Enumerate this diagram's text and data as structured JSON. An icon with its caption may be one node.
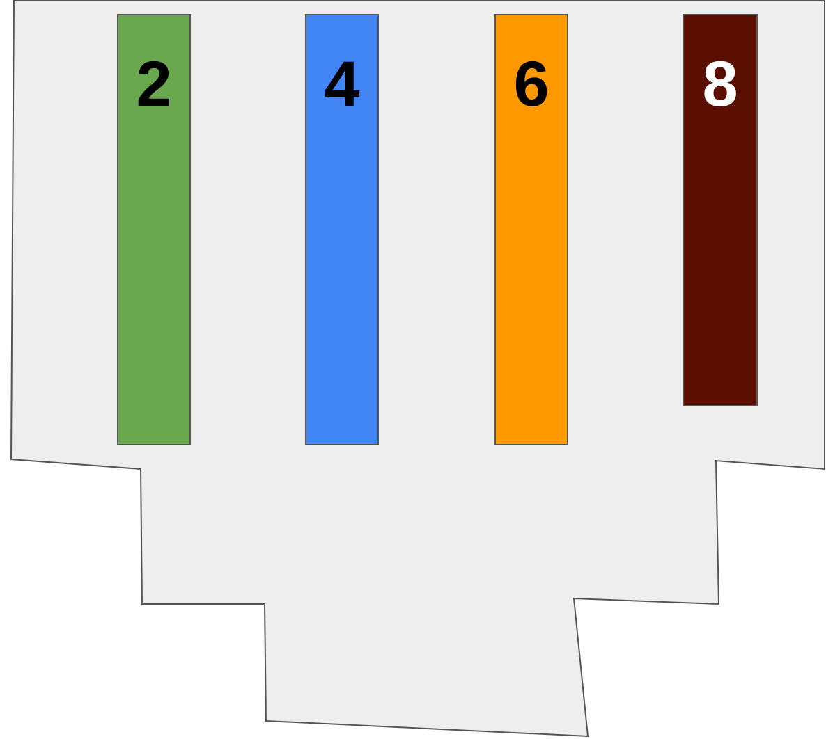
{
  "diagram": {
    "nodes": [
      {
        "text": [
          "2"
        ]
      },
      {
        "text": [
          "4"
        ]
      },
      {
        "text": [
          "6"
        ]
      },
      {
        "text": [
          "8"
        ]
      }
    ]
  }
}
